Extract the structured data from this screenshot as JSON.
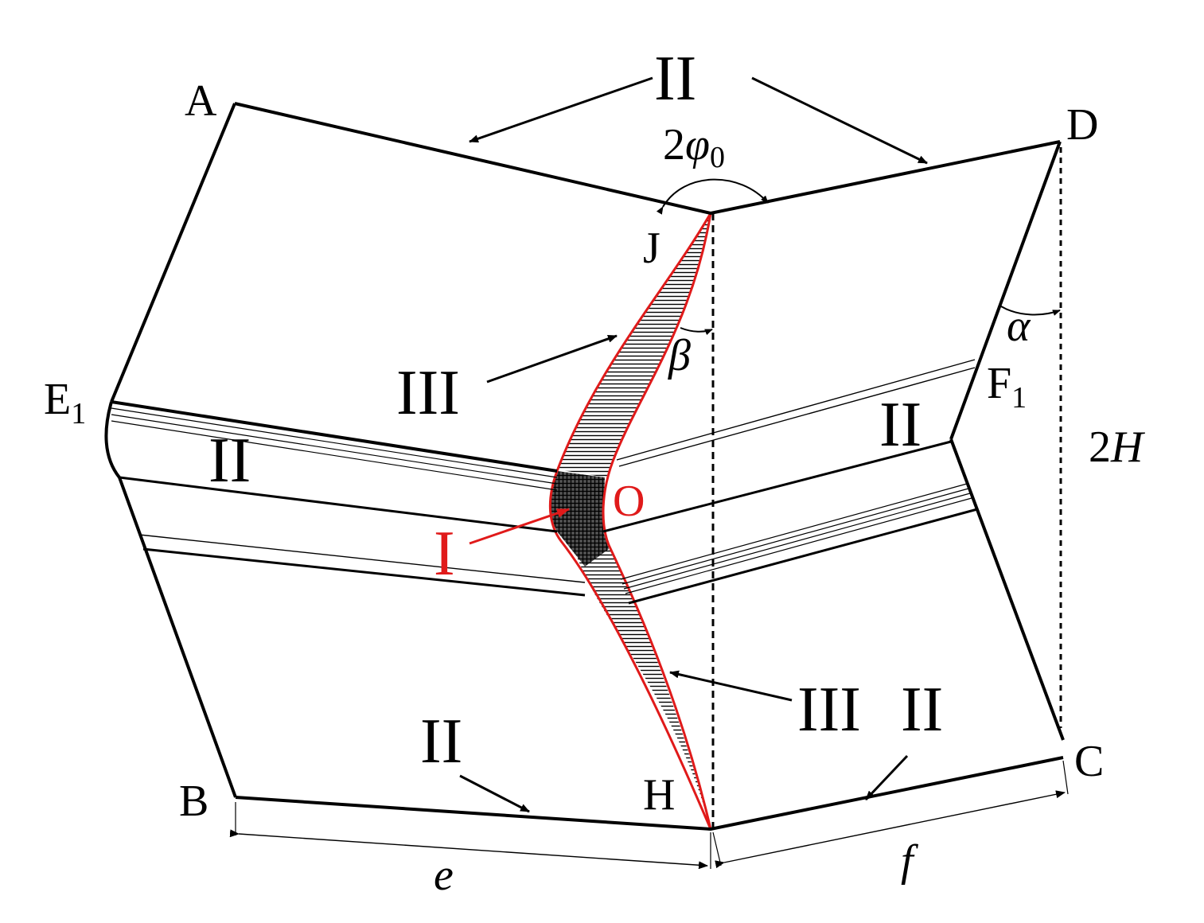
{
  "labels": {
    "A": "A",
    "B": "B",
    "C": "C",
    "D": "D",
    "E": "E",
    "E_sub": "1",
    "F": "F",
    "F_sub": "1",
    "J": "J",
    "H": "H",
    "O": "O",
    "two_phi": "2",
    "phi": "φ",
    "phi_sub": "0",
    "alpha": "α",
    "beta": "β",
    "two_H": "2",
    "H_var": "H",
    "e": "e",
    "f": "f"
  },
  "zones": {
    "I": "I",
    "II": "II",
    "III": "III"
  },
  "colors": {
    "outline": "#000000",
    "highlight": "#e01a1a",
    "hatch": "#000000"
  }
}
